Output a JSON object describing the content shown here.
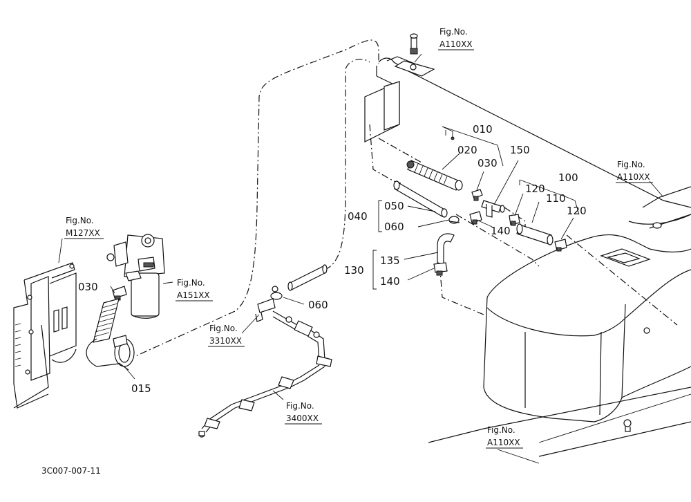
{
  "drawing": {
    "code": "3C007-007-11",
    "parts": {
      "p010": "010",
      "p015": "015",
      "p020": "020",
      "p030a": "030",
      "p030b": "030",
      "p040": "040",
      "p050": "050",
      "p060a": "060",
      "p060b": "060",
      "p100": "100",
      "p110": "110",
      "p120a": "120",
      "p120b": "120",
      "p130": "130",
      "p135": "135",
      "p140a": "140",
      "p140b": "140",
      "p150": "150"
    },
    "fig_refs": [
      {
        "title": "Fig.No.",
        "code": "A110XX"
      },
      {
        "title": "Fig.No.",
        "code": "A110XX"
      },
      {
        "title": "Fig.No.",
        "code": "M127XX"
      },
      {
        "title": "Fig.No.",
        "code": "A151XX"
      },
      {
        "title": "Fig.No.",
        "code": "3310XX"
      },
      {
        "title": "Fig.No.",
        "code": "3400XX"
      },
      {
        "title": "Fig.No.",
        "code": "A110XX"
      }
    ]
  }
}
